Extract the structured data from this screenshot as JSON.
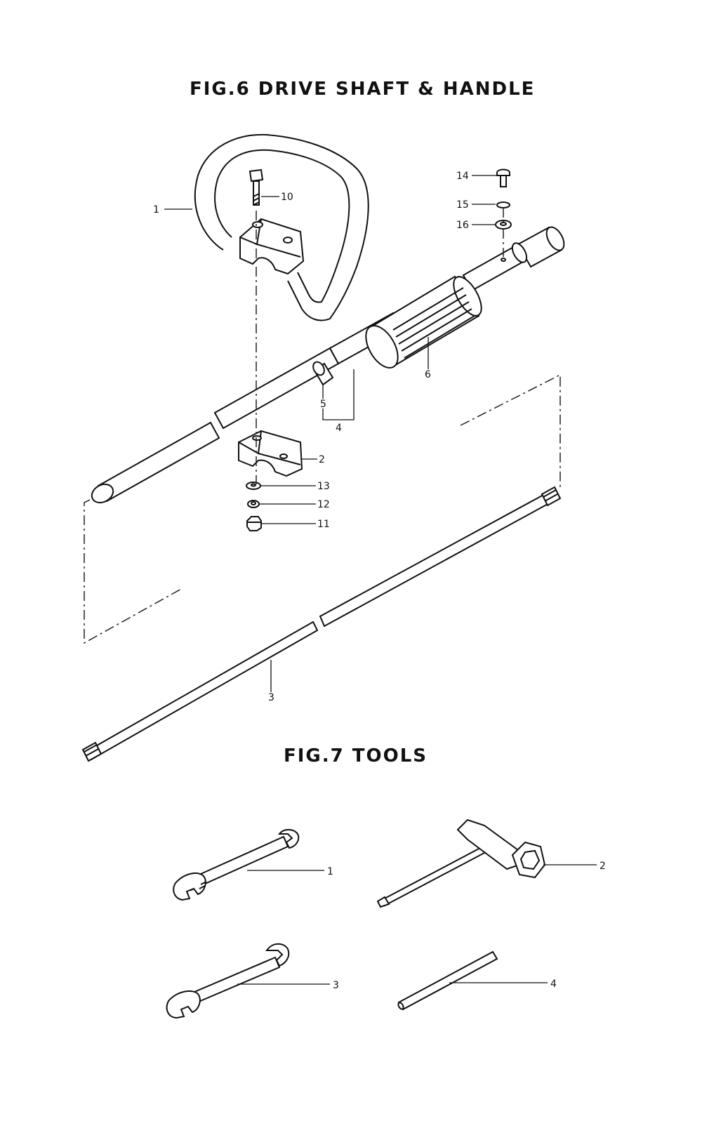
{
  "fig6": {
    "title": "FIG.6   DRIVE SHAFT & HANDLE",
    "callouts": [
      "1",
      "10",
      "14",
      "15",
      "16",
      "6",
      "5",
      "4",
      "2",
      "13",
      "12",
      "11",
      "3"
    ]
  },
  "fig7": {
    "title": "FIG.7 TOOLS",
    "callouts": [
      "1",
      "2",
      "3",
      "4"
    ]
  }
}
